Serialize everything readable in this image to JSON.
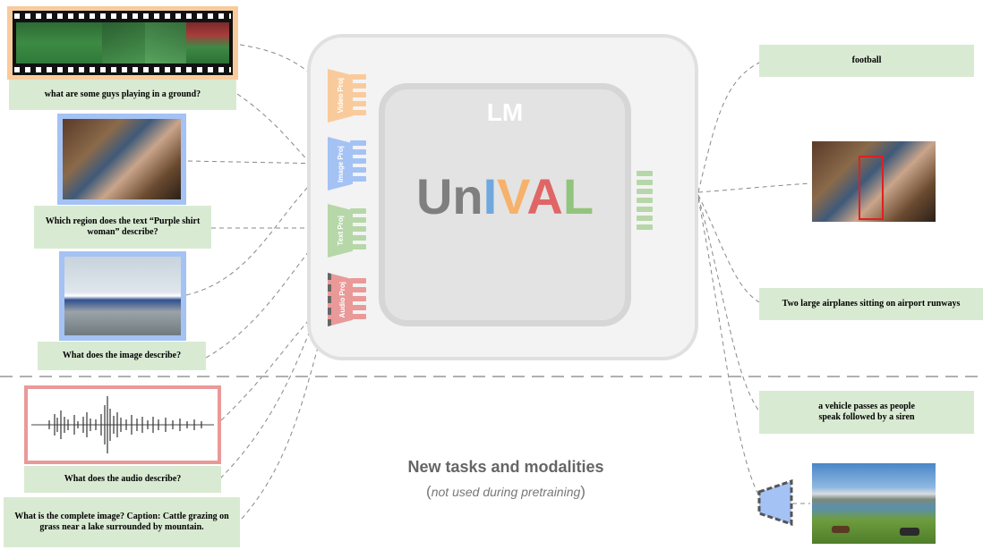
{
  "inputs": {
    "video_question": "what are some guys playing in a ground?",
    "region_question": "Which region does the text “Purple shirt woman” describe?",
    "caption_question": "What does the image describe?",
    "audio_question": "What does the audio describe?",
    "image_gen_question": "What is the complete image? Caption: Cattle grazing on grass near a lake surrounded by mountain."
  },
  "model": {
    "lm_label": "LM",
    "name_letters": [
      {
        "ch": "Un",
        "color": "#7f7f7f"
      },
      {
        "ch": "I",
        "color": "#6fa8dc"
      },
      {
        "ch": "V",
        "color": "#f6b26b"
      },
      {
        "ch": "A",
        "color": "#e06666"
      },
      {
        "ch": "L",
        "color": "#93c47d"
      }
    ],
    "projections": [
      {
        "label": "Video Proj",
        "color": "#f9cb9c",
        "token_color": "#f9cb9c"
      },
      {
        "label": "Image Proj",
        "color": "#a4c2f4",
        "token_color": "#a4c2f4"
      },
      {
        "label": "Text Proj",
        "color": "#b6d7a8",
        "token_color": "#b6d7a8"
      },
      {
        "label": "Audio Proj",
        "color": "#ea9999",
        "token_color": "#ea9999"
      }
    ],
    "output_token_color": "#b6d7a8"
  },
  "outputs": {
    "video_answer": "football",
    "caption_answer": "Two large airplanes  sitting on airport runways",
    "audio_answer": "a vehicle passes as people\nspeak followed by a siren"
  },
  "new_tasks": {
    "title": "New tasks and modalities",
    "subtitle_open": "(",
    "subtitle_italic": "not used during pretraining",
    "subtitle_close": ")"
  },
  "colors": {
    "green_box": "#d9ead3",
    "video_frame": "#f9cb9c",
    "image_frame": "#a4c2f4",
    "audio_frame": "#ea9999",
    "decoder": "#a4c2f4"
  },
  "icons": {
    "film": "film-strip-icon",
    "waveform": "waveform-icon",
    "decoder": "decoder-trapezoid-icon"
  }
}
